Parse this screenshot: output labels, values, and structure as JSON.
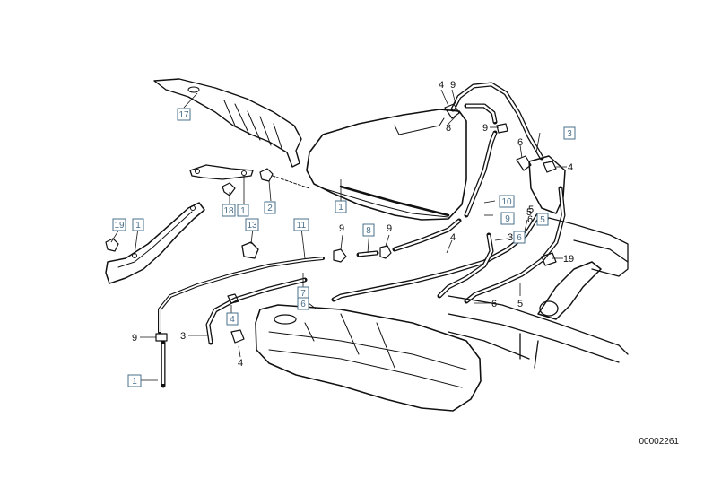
{
  "diagram": {
    "boxed_labels": [
      "17",
      "18",
      "1",
      "2",
      "1",
      "19",
      "1",
      "13",
      "11",
      "8",
      "9",
      "7",
      "6",
      "10",
      "6",
      "3",
      "5",
      "4",
      "1"
    ],
    "plain_labels": [
      "4",
      "9",
      "8",
      "9",
      "6",
      "4",
      "5",
      "6",
      "9",
      "9",
      "4",
      "3",
      "5",
      "19",
      "6",
      "5",
      "9",
      "3",
      "4"
    ],
    "reference_number": "00002261"
  }
}
